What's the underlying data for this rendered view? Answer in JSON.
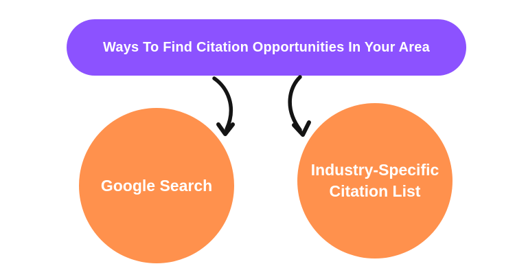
{
  "header": {
    "title": "Ways To Find Citation Opportunities In Your Area"
  },
  "nodes": [
    {
      "id": "google-search",
      "lines": [
        "Google Search"
      ]
    },
    {
      "id": "industry-citation-list",
      "lines": [
        "Industry-Specific",
        "Citation List"
      ]
    }
  ],
  "arrows": [
    {
      "name": "arrow-title-to-google-search",
      "from": "title-banner",
      "to": "google-search"
    },
    {
      "name": "arrow-title-to-industry-list",
      "from": "title-banner",
      "to": "industry-citation-list"
    }
  ],
  "colors": {
    "title_bg": "#8C52FF",
    "node_bg": "#FF914D",
    "text": "#FFFFFF",
    "arrow": "#141414",
    "background": "#FFFFFF"
  }
}
